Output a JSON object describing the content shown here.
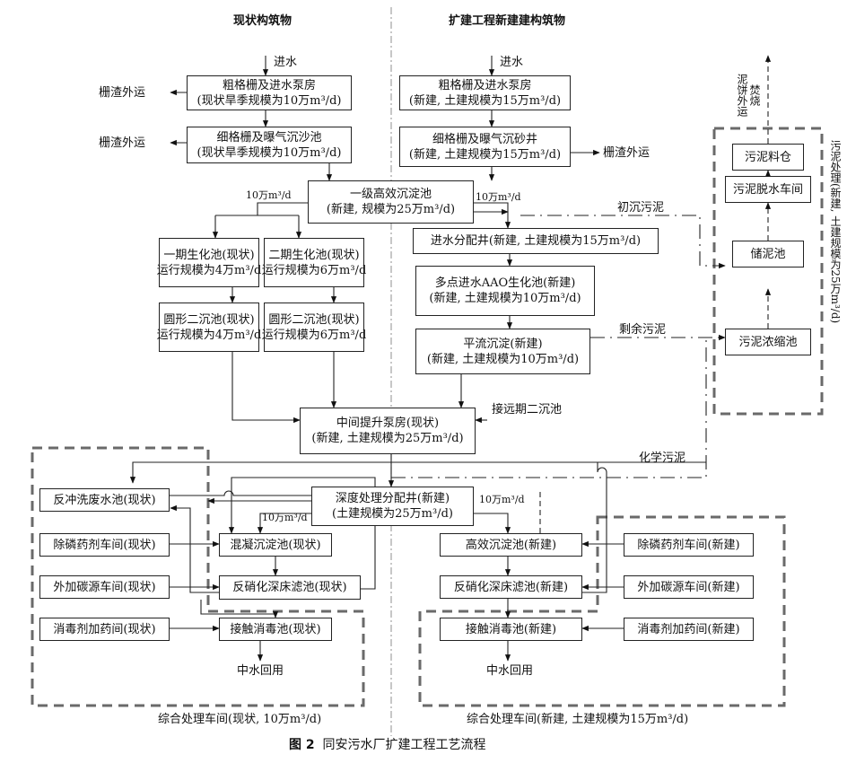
{
  "headers": {
    "left": "现状构筑物",
    "right": "扩建工程新建建构筑物"
  },
  "boxes": {
    "coarse_old": [
      "粗格栅及进水泵房",
      "(现状旱季规模为10万m³/d)"
    ],
    "fine_old": [
      "细格栅及曝气沉沙池",
      "(现状旱季规模为10万m³/d)"
    ],
    "coarse_new": [
      "粗格栅及进水泵房",
      "(新建, 土建规模为15万m³/d)"
    ],
    "fine_new": [
      "细格栅及曝气沉砂井",
      "(新建, 土建规模为15万m³/d)"
    ],
    "primary": [
      "一级高效沉淀池",
      "(新建, 规模为25万m³/d)"
    ],
    "dist_well": [
      "进水分配井(新建, 土建规模为15万m³/d)"
    ],
    "aao": [
      "多点进水AAO生化池(新建)",
      "(新建, 土建规模为10万m³/d)"
    ],
    "bio1": [
      "一期生化池(现状)",
      "运行规模为4万m³/d"
    ],
    "bio2": [
      "二期生化池(现状)",
      "运行规模为6万m³/d"
    ],
    "clar1": [
      "圆形二沉池(现状)",
      "运行规模为4万m³/d"
    ],
    "clar2": [
      "圆形二沉池(现状)",
      "运行规模为6万m³/d"
    ],
    "flat_sed": [
      "平流沉淀(新建)",
      "(新建, 土建规模为10万m³/d)"
    ],
    "lift": [
      "中间提升泵房(现状)",
      "(新建, 土建规模为25万m³/d)"
    ],
    "backwash": [
      "反冲洗废水池(现状)"
    ],
    "deep_dist": [
      "深度处理分配井(新建)",
      "(土建规模为25万m³/d)"
    ],
    "p_old": [
      "除磷药剂车间(现状)"
    ],
    "coag_old": [
      "混凝沉淀池(现状)"
    ],
    "c_old": [
      "外加碳源车间(现状)"
    ],
    "denit_old": [
      "反硝化深床滤池(现状)"
    ],
    "dis_old": [
      "消毒剂加药间(现状)"
    ],
    "contact_old": [
      "接触消毒池(现状)"
    ],
    "hes_new": [
      "高效沉淀池(新建)"
    ],
    "p_new": [
      "除磷药剂车间(新建)"
    ],
    "denit_new": [
      "反硝化深床滤池(新建)"
    ],
    "c_new": [
      "外加碳源车间(新建)"
    ],
    "contact_new": [
      "接触消毒池(新建)"
    ],
    "dis_new": [
      "消毒剂加药间(新建)"
    ],
    "silo": [
      "污泥料仓"
    ],
    "dewater": [
      "污泥脱水车间"
    ],
    "storage": [
      "储泥池"
    ],
    "thicken": [
      "污泥浓缩池"
    ]
  },
  "labels": {
    "inflow_left": "进水",
    "inflow_right": "进水",
    "screen_out_1": "栅渣外运",
    "screen_out_2": "栅渣外运",
    "screen_out_3": "栅渣外运",
    "flow_10_a": "10万m³/d",
    "flow_10_b": "10万m³/d",
    "flow_10_c": "10万m³/d",
    "flow_10_d": "10万m³/d",
    "primary_sludge": "初沉污泥",
    "excess_sludge": "剩余污泥",
    "future_clar": "接远期二沉池",
    "chem_sludge": "化学污泥",
    "reuse_left": "中水回用",
    "reuse_right": "中水回用",
    "sludge_out": "泥饼外运",
    "sludge_burn": "焚烧",
    "sludge_vertical": "污泥处理(新建, 土建规模为25万m³/d)",
    "ws_left": "综合处理车间(现状, 10万m³/d)",
    "ws_right": "综合处理车间(新建, 土建规模为15万m³/d)"
  },
  "caption": {
    "number": "图 2",
    "title": "同安污水厂扩建工程工艺流程"
  }
}
